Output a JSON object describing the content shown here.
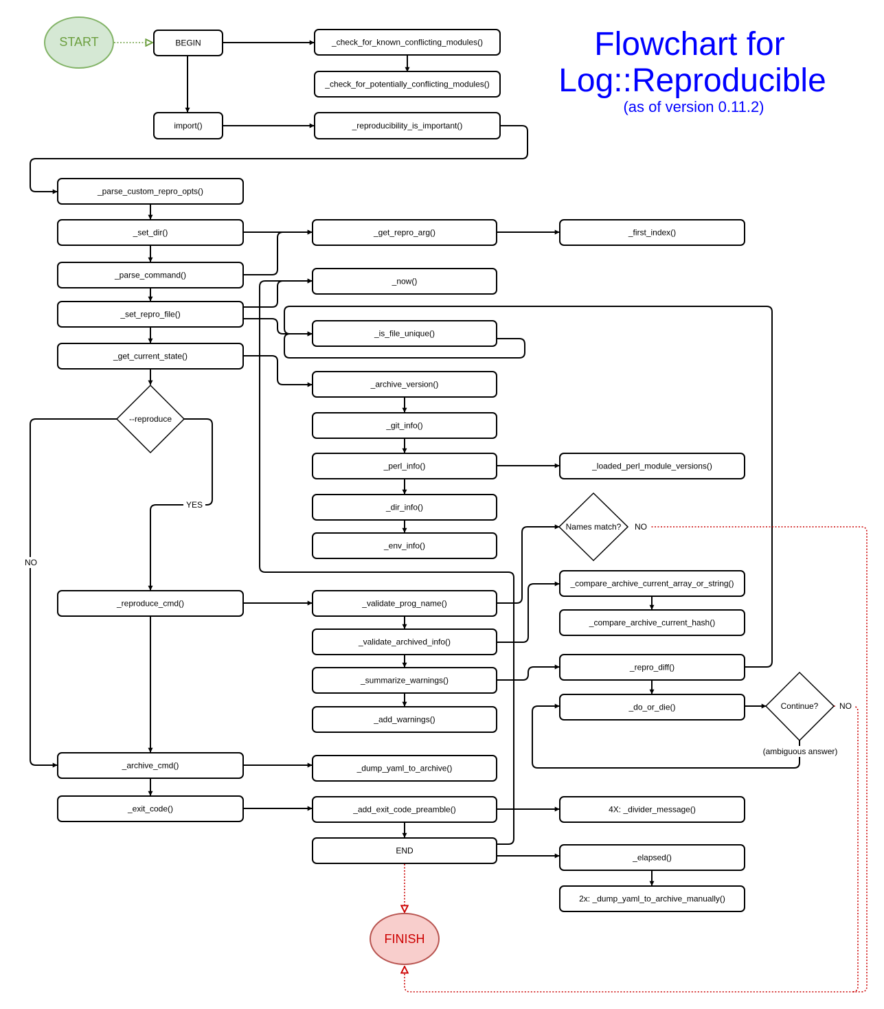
{
  "title": {
    "line1": "Flowchart for",
    "line2": "Log::Reproducible",
    "line3": "(as of version 0.11.2)",
    "color": "#0000ff"
  },
  "terminals": {
    "start": {
      "label": "START",
      "fill": "#d5e8d4",
      "stroke": "#82b366",
      "text_color": "#6b9e3e"
    },
    "finish": {
      "label": "FINISH",
      "fill": "#f8cecc",
      "stroke": "#b85450",
      "text_color": "#cc0000"
    }
  },
  "nodes": {
    "begin": "BEGIN",
    "check_known": "_check_for_known_conflicting_modules()",
    "check_potential": "_check_for_potentially_conflicting_modules()",
    "import": "import()",
    "repro_important": "_reproducibility_is_important()",
    "parse_custom": "_parse_custom_repro_opts()",
    "set_dir": "_set_dir()",
    "get_repro_arg": "_get_repro_arg()",
    "first_index": "_first_index()",
    "parse_command": "_parse_command()",
    "now": "_now()",
    "set_repro_file": "_set_repro_file()",
    "is_file_unique": "_is_file_unique()",
    "get_current_state": "_get_current_state()",
    "archive_version": "_archive_version()",
    "git_info": "_git_info()",
    "perl_info": "_perl_info()",
    "loaded_perl": "_loaded_perl_module_versions()",
    "dir_info": "_dir_info()",
    "env_info": "_env_info()",
    "compare_array": "_compare_archive_current_array_or_string()",
    "compare_hash": "_compare_archive_current_hash()",
    "reproduce_cmd": "_reproduce_cmd()",
    "validate_prog": "_validate_prog_name()",
    "validate_archived": "_validate_archived_info()",
    "summarize": "_summarize_warnings()",
    "repro_diff": "_repro_diff()",
    "do_or_die": "_do_or_die()",
    "add_warnings": "_add_warnings()",
    "archive_cmd": "_archive_cmd()",
    "dump_yaml": "_dump_yaml_to_archive()",
    "exit_code": "_exit_code()",
    "add_exit_pre": "_add_exit_code_preamble()",
    "divider": "4X: _divider_message()",
    "end": "END",
    "elapsed": "_elapsed()",
    "dump_manual": "2x: _dump_yaml_to_archive_manually()"
  },
  "decisions": {
    "reproduce": "--reproduce",
    "names_match": "Names match?",
    "continue": "Continue?"
  },
  "edge_labels": {
    "yes": "YES",
    "no_left": "NO",
    "no_names": "NO",
    "no_continue": "NO",
    "ambiguous": "(ambiguous answer)"
  },
  "colors": {
    "line": "#000000",
    "failure_line": "#cc0000",
    "start_line": "#6b9e3e"
  }
}
